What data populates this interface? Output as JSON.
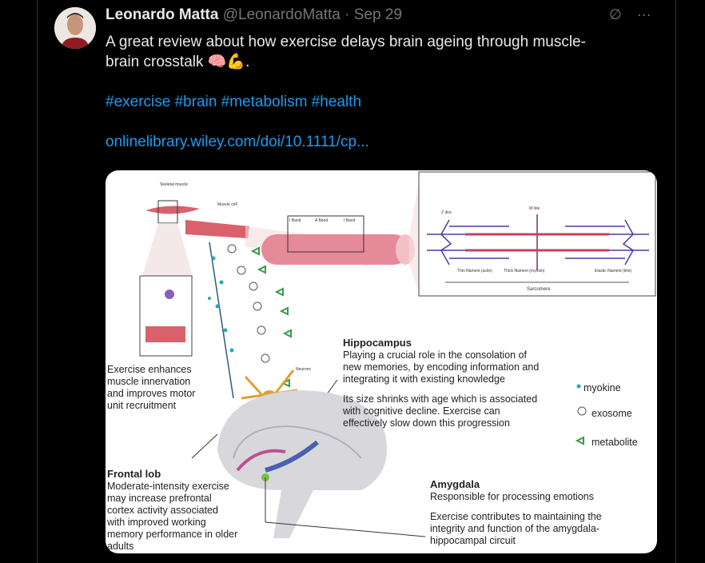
{
  "tweet": {
    "author_name": "Leonardo Matta",
    "handle": "@LeonardoMatta",
    "separator": "·",
    "date": "Sep 29",
    "text_line1": "A great review about how exercise delays brain ageing through muscle-",
    "text_line2": "brain crosstalk 🧠💪.",
    "hashtags": "#exercise #brain #metabolism #health",
    "link": "onlinelibrary.wiley.com/doi/10.1111/cp...",
    "more_icon": "···",
    "grok_icon": "∅"
  },
  "figure": {
    "skeletal_muscle": "Skeletal muscle",
    "muscle_cell": "Muscle cell",
    "i_band": "I Band",
    "a_band": "A Band",
    "m_line": "M line",
    "z_disc": "Z disc",
    "thin_filament": "Thin filament (actin)",
    "thick_filament": "Thick filament (myosin)",
    "elastic_filament": "Elastic filament (titin)",
    "sarcomere": "Sarcomere",
    "neurons": "Neurons",
    "hippocampus_title": "Hippocampus",
    "hippocampus_l1": "Playing a crucial role in the consolation of",
    "hippocampus_l2": "new memories, by encoding information and",
    "hippocampus_l3": "integrating it with existing knowledge",
    "hippocampus_l4": "Its size shrinks with age which is associated",
    "hippocampus_l5": "with cognitive decline.  Exercise can",
    "hippocampus_l6": "effectively slow down this progression",
    "exercise_l1": "Exercise enhances",
    "exercise_l2": "muscle innervation",
    "exercise_l3": "and improves motor",
    "exercise_l4": "unit recruitment",
    "frontal_title": "Frontal lob",
    "frontal_l1": "Moderate-intensity exercise",
    "frontal_l2": "may increase prefrontal",
    "frontal_l3": "cortex activity associated",
    "frontal_l4": "with improved working",
    "frontal_l5": "memory performance in older",
    "frontal_l6": "adults",
    "amygdala_title": "Amygdala",
    "amygdala_l1": "Responsible for processing emotions",
    "amygdala_l2": "Exercise contributes to maintaining the",
    "amygdala_l3": "integrity and function of the amygdala-",
    "amygdala_l4": "hippocampal circuit",
    "legend": {
      "myokine": "myokine",
      "exosome": "exosome",
      "metabolite": "metabolite"
    }
  }
}
